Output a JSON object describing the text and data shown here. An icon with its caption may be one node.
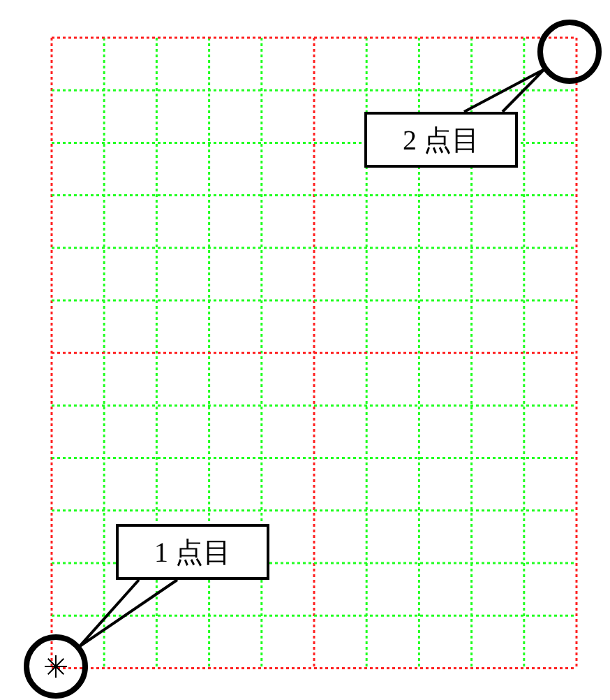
{
  "diagram": {
    "nodes": [
      {
        "text": [
          "1 点目"
        ]
      },
      {
        "text": [],
        "shape": "circle"
      },
      {
        "text": [
          "2 点目"
        ]
      },
      {
        "text": [],
        "shape": "circle"
      }
    ],
    "edges": [
      {
        "from": 0,
        "to": 1,
        "arrow": "none"
      },
      {
        "from": 2,
        "to": 3,
        "arrow": "none"
      }
    ]
  }
}
